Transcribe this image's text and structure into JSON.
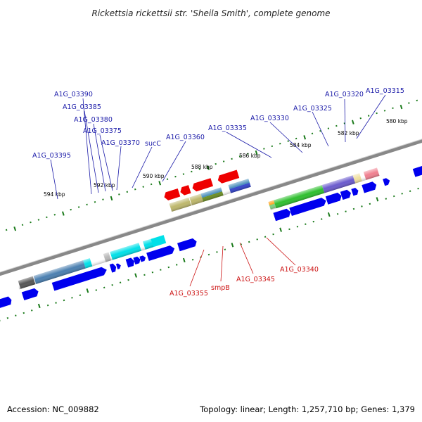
{
  "title": "Rickettsia rickettsii str. 'Sheila Smith', complete genome",
  "accession": "Accession: NC_009882",
  "summary": "Topology: linear; Length: 1,257,710 bp; Genes: 1,379",
  "colors": {
    "forward_label": "#1a1aa8",
    "reverse_label": "#cc1111",
    "cds_forward": "#0000ee",
    "cds_reverse": "#ee0000",
    "backbone": "#888888",
    "tick": "#1a7a1a"
  },
  "scale_labels": [
    "594 kbp",
    "592 kbp",
    "590 kbp",
    "588 kbp",
    "586 kbp",
    "584 kbp",
    "582 kbp",
    "580 kbp"
  ],
  "forward_genes": [
    "A1G_03395",
    "A1G_03390",
    "A1G_03385",
    "A1G_03380",
    "A1G_03375",
    "A1G_03370",
    "sucC",
    "A1G_03360",
    "A1G_03335",
    "A1G_03330",
    "A1G_03325",
    "A1G_03320",
    "A1G_03315"
  ],
  "reverse_genes": [
    "A1G_03355",
    "smpB",
    "A1G_03345",
    "A1G_03340"
  ]
}
